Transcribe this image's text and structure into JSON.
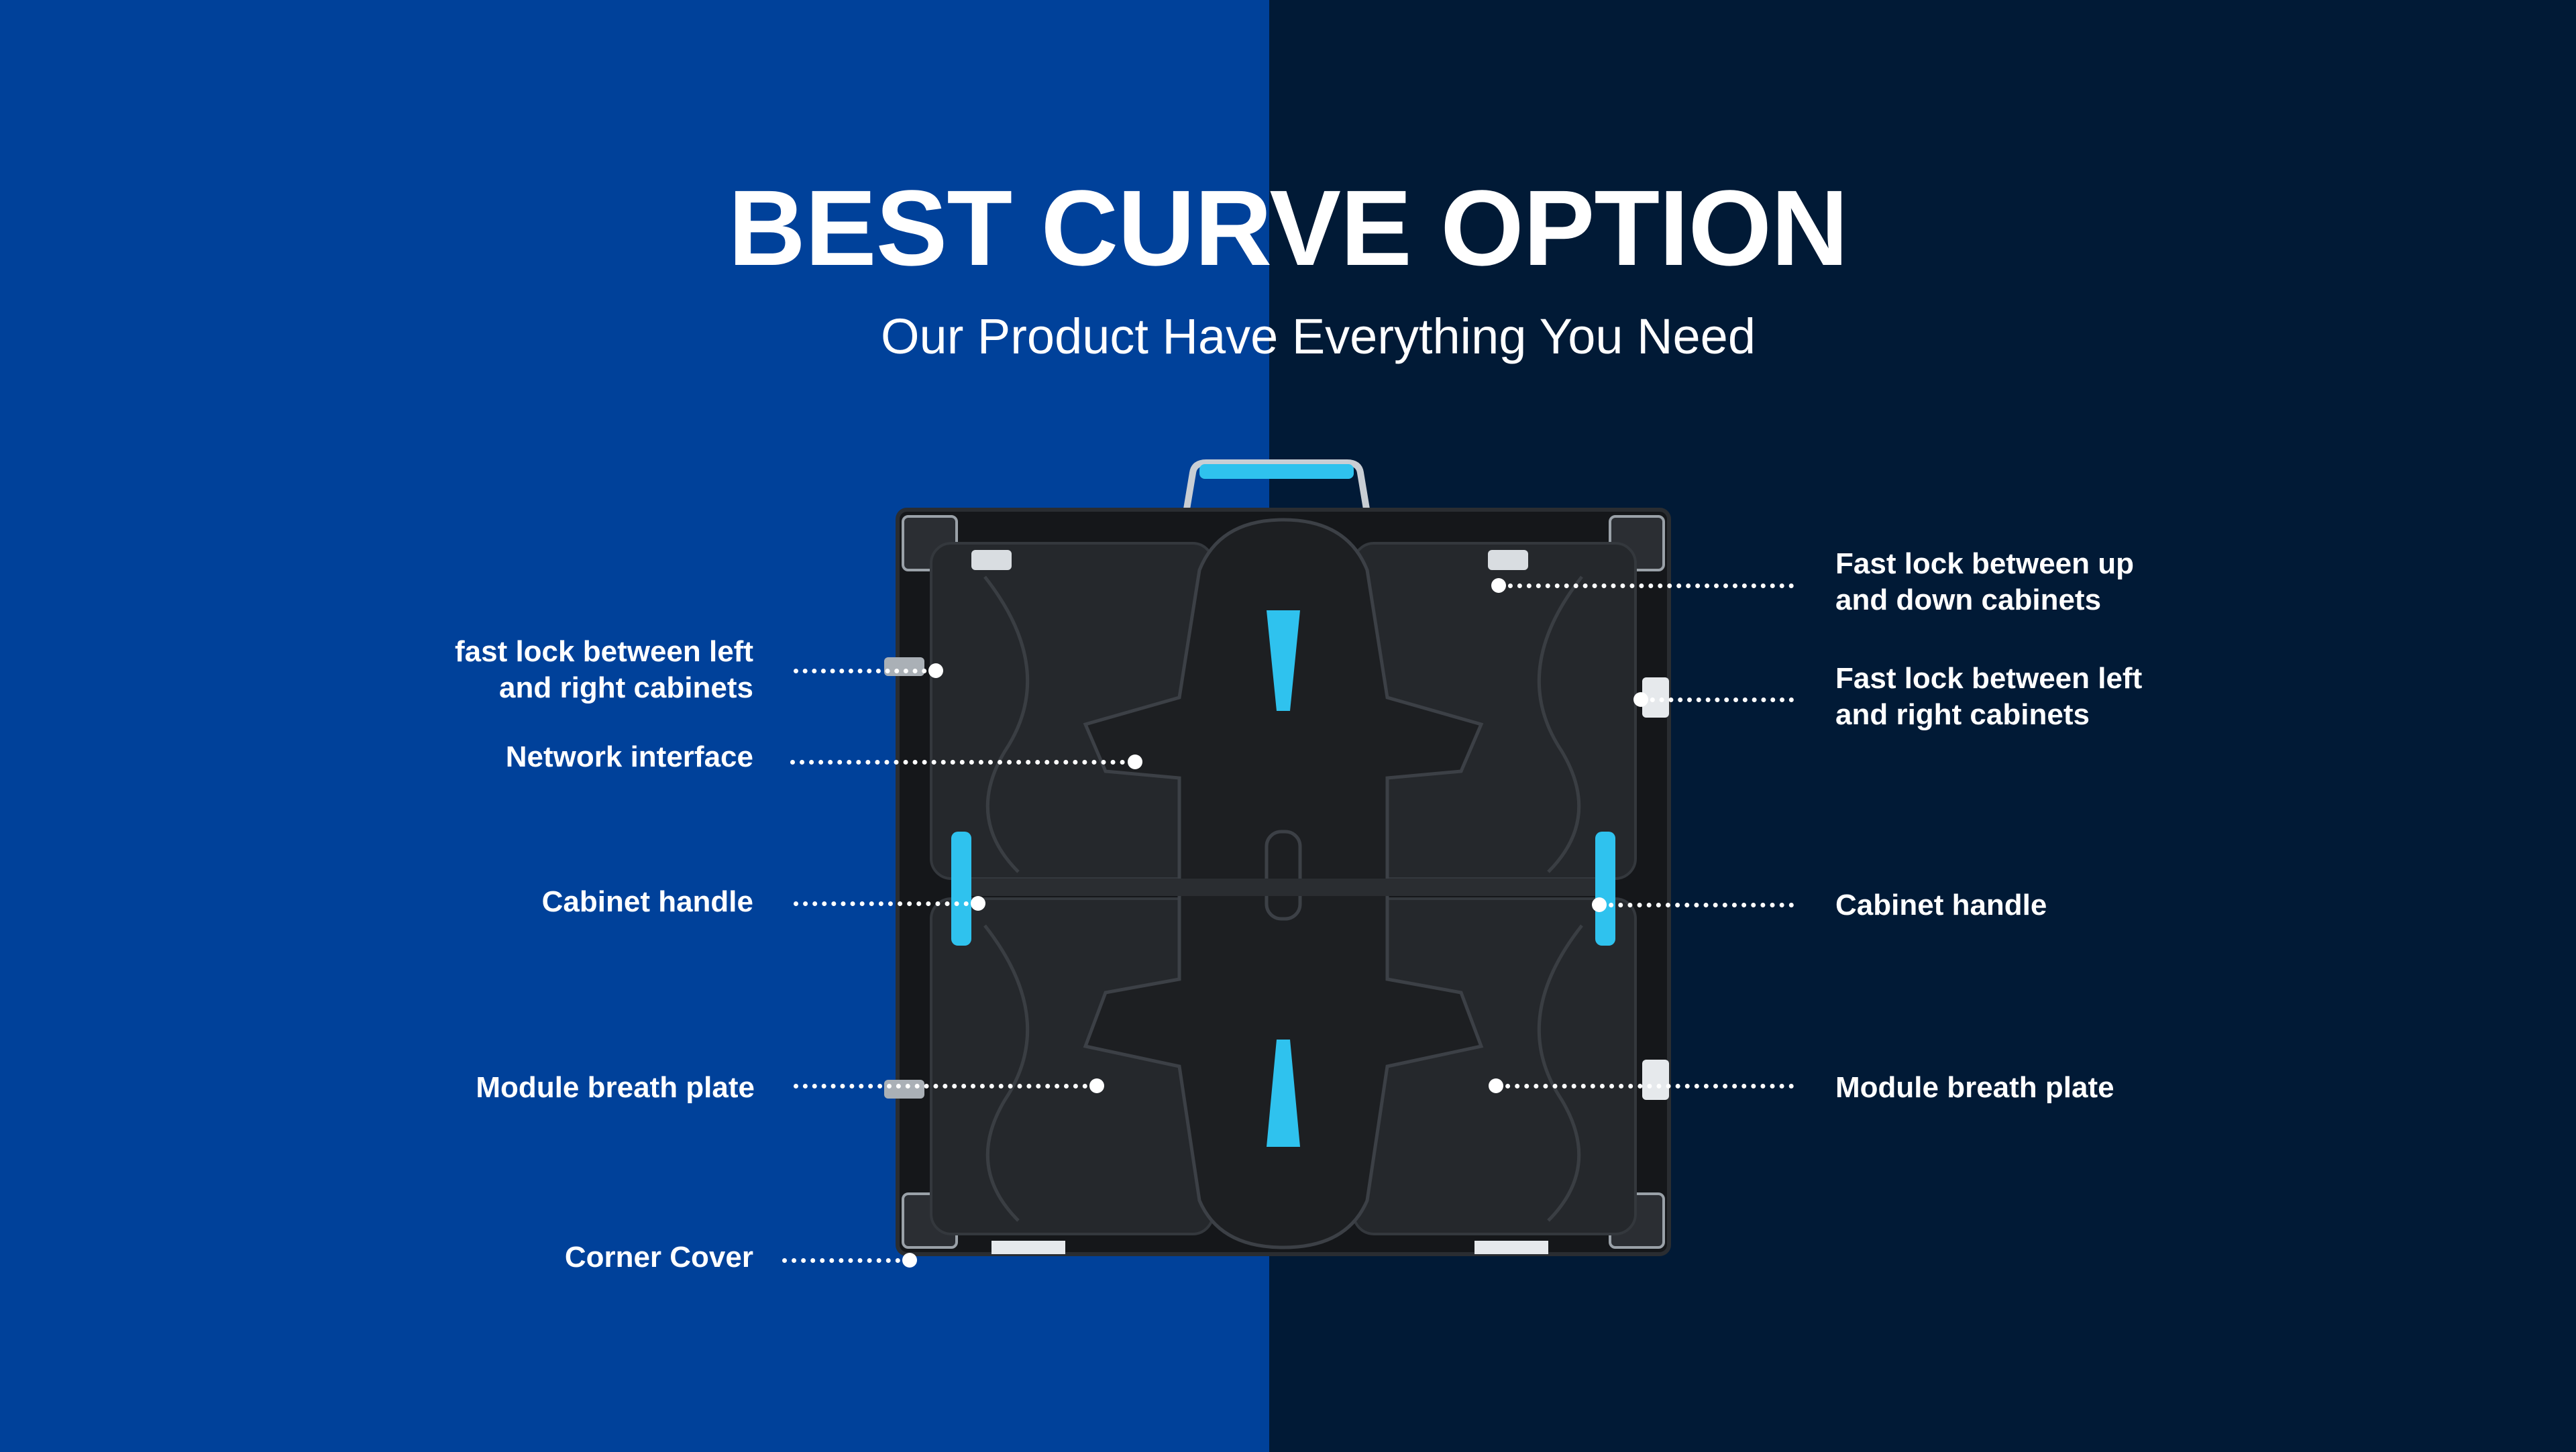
{
  "header": {
    "title": "BEST CURVE OPTION",
    "subtitle": "Our Product Have Everything You Need"
  },
  "colors": {
    "left_panel": "#00419a",
    "right_panel": "#011a36",
    "accent_blue": "#2fc2ee",
    "cabinet_body": "#1b1d20",
    "label_text": "#ffffff"
  },
  "callouts_left": [
    {
      "id": "fast-lock-left-right",
      "text": "fast lock between left\nand right cabinets"
    },
    {
      "id": "network-interface",
      "text": "Network interface"
    },
    {
      "id": "cabinet-handle-left",
      "text": "Cabinet handle"
    },
    {
      "id": "module-breath-plate-left",
      "text": "Module breath plate"
    },
    {
      "id": "corner-cover",
      "text": "Corner Cover"
    }
  ],
  "callouts_right": [
    {
      "id": "fast-lock-up-down",
      "text": "Fast lock between up\nand down cabinets"
    },
    {
      "id": "fast-lock-left-right-2",
      "text": "Fast lock between left\nand right cabinets"
    },
    {
      "id": "cabinet-handle-right",
      "text": "Cabinet handle"
    },
    {
      "id": "module-breath-plate-right",
      "text": "Module breath plate"
    }
  ]
}
